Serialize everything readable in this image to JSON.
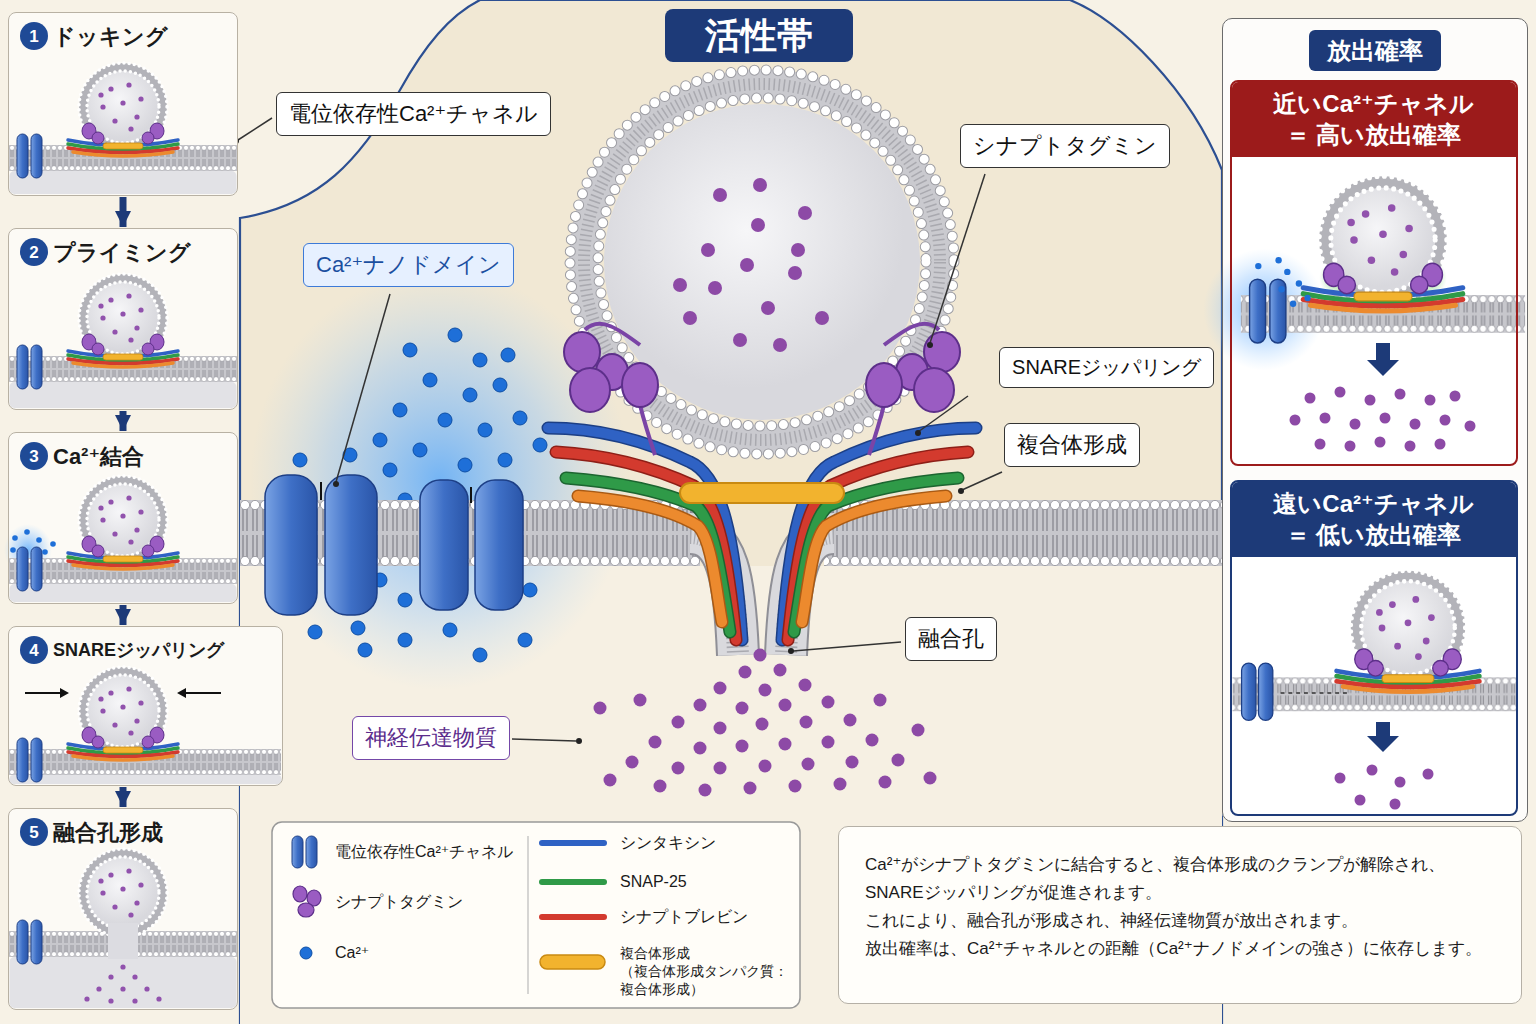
{
  "diagram": {
    "title": "活性帯",
    "nodes": [
      {
        "text": [
          "ドッキング"
        ]
      },
      {
        "text": [
          "1"
        ],
        "in": 0
      },
      {
        "text": [
          "プライミング"
        ]
      },
      {
        "text": [
          "2"
        ],
        "in": 2
      },
      {
        "text": [
          "Ca²⁺結合"
        ]
      },
      {
        "text": [
          "3"
        ],
        "in": 4
      },
      {
        "text": [
          "SNAREジッパリング"
        ]
      },
      {
        "text": [
          "4"
        ],
        "in": 6
      },
      {
        "text": [
          "融合孔形成"
        ]
      },
      {
        "text": [
          "5"
        ],
        "in": 8
      },
      {
        "text": [
          "電位依存性Ca²⁺チャネル"
        ]
      },
      {
        "text": [
          "シナプトタグミン"
        ]
      },
      {
        "text": [
          "Ca²⁺ナノドメイン"
        ]
      },
      {
        "text": [
          "SNAREジッパリング"
        ]
      },
      {
        "text": [
          "複合体形成"
        ]
      },
      {
        "text": [
          "融合孔"
        ]
      },
      {
        "text": [
          "神経伝達物質"
        ]
      },
      {
        "text": [
          "放出確率"
        ]
      },
      {
        "text": [
          "近いCa²⁺チャネル ＝ 高い放出確率"
        ],
        "in": 17
      },
      {
        "text": [
          "遠いCa²⁺チャネル ＝ 低い放出確率"
        ],
        "in": 17
      },
      {
        "text": [
          "Ca²⁺がシナプトタグミンに結合すると、複合体形成のクランプが解除され、 SNAREジッパリングが促進されます。",
          "これにより、融合孔が形成され、神経伝達物質が放出されます。",
          "放出確率は、Ca²⁺チャネルとの距離（Ca²⁺ナノドメインの強さ）に依存します。"
        ]
      }
    ],
    "edges": [
      {
        "from": 0,
        "to": 2,
        "arrow": "to"
      },
      {
        "from": 2,
        "to": 4,
        "arrow": "to"
      },
      {
        "from": 4,
        "to": 6,
        "arrow": "to"
      },
      {
        "from": 6,
        "to": 8,
        "arrow": "to"
      }
    ],
    "legend": [
      {
        "text": "電位依存性Ca²⁺チャネル"
      },
      {
        "text": "シナプトタグミン"
      },
      {
        "text": "Ca²⁺"
      },
      {
        "text": "シンタキシン"
      },
      {
        "text": "SNAP-25"
      },
      {
        "text": "シナプトブレビン"
      },
      {
        "text": "複合体形成 （複合体形成タンパク質： 複合体形成）"
      }
    ]
  }
}
